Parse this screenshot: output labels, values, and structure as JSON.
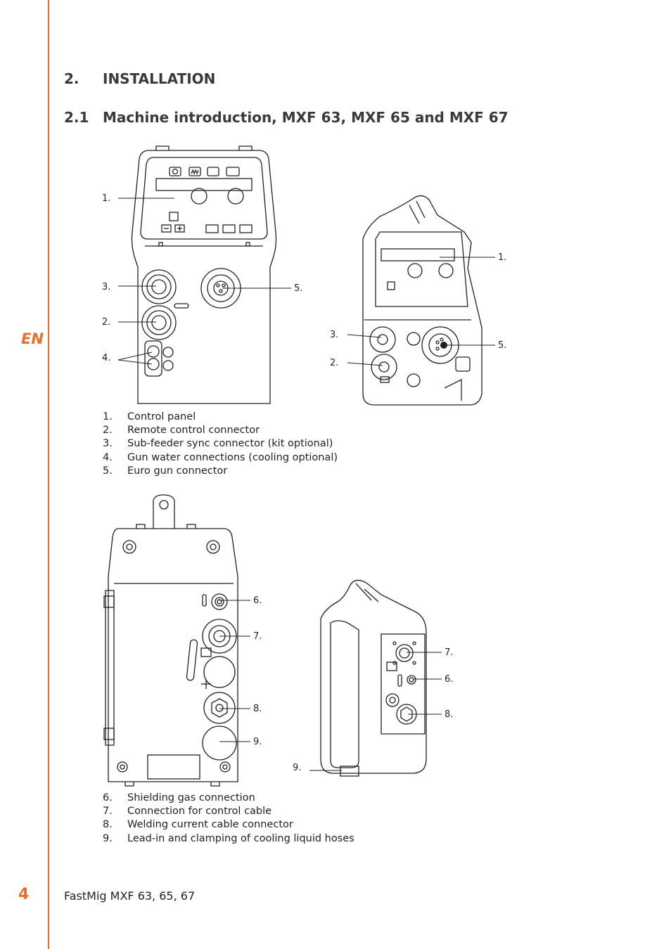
{
  "sidebar": {
    "lang": "EN"
  },
  "heading": {
    "num": "2.",
    "title": "INSTALLATION"
  },
  "subheading": {
    "num": "2.1",
    "title": "Machine introduction, MXF 63, MXF 65 and MXF 67"
  },
  "figure1": {
    "callouts": [
      "1.",
      "3.",
      "5.",
      "2.",
      "4."
    ]
  },
  "figure2": {
    "callouts": [
      "1.",
      "3.",
      "5.",
      "2."
    ]
  },
  "figure3": {
    "callouts": [
      "6.",
      "7.",
      "8.",
      "9."
    ]
  },
  "figure4": {
    "callouts": [
      "7.",
      "6.",
      "8.",
      "9."
    ]
  },
  "list1": [
    {
      "n": "1.",
      "text": "Control panel"
    },
    {
      "n": "2.",
      "text": "Remote control connector"
    },
    {
      "n": "3.",
      "text": "Sub-feeder sync connector (kit optional)"
    },
    {
      "n": "4.",
      "text": "Gun water connections (cooling optional)"
    },
    {
      "n": "5.",
      "text": "Euro gun connector"
    }
  ],
  "list2": [
    {
      "n": "6.",
      "text": "Shielding gas connection"
    },
    {
      "n": "7.",
      "text": "Connection for control cable"
    },
    {
      "n": "8.",
      "text": "Welding current cable connector"
    },
    {
      "n": "9.",
      "text": "Lead-in and clamping of cooling liquid hoses"
    }
  ],
  "footer": {
    "page": "4",
    "title": "FastMig MXF 63, 65, 67"
  }
}
